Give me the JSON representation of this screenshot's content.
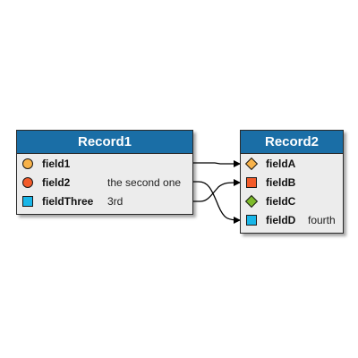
{
  "records": [
    {
      "title": "Record1",
      "fields": [
        {
          "name": "field1",
          "value": "",
          "marker": "circle",
          "color": "#f7b24a"
        },
        {
          "name": "field2",
          "value": "the second one",
          "marker": "circle",
          "color": "#f25b2a"
        },
        {
          "name": "fieldThree",
          "value": "3rd",
          "marker": "square",
          "color": "#19b6e8"
        }
      ]
    },
    {
      "title": "Record2",
      "fields": [
        {
          "name": "fieldA",
          "value": "",
          "marker": "diamond",
          "color": "#f7b24a"
        },
        {
          "name": "fieldB",
          "value": "",
          "marker": "square",
          "color": "#f25b2a"
        },
        {
          "name": "fieldC",
          "value": "",
          "marker": "diamond",
          "color": "#7dba2a"
        },
        {
          "name": "fieldD",
          "value": "fourth",
          "marker": "square",
          "color": "#19b6e8"
        }
      ]
    }
  ],
  "links": [
    {
      "from": "field1",
      "to": "fieldA"
    },
    {
      "from": "field2",
      "to": "fieldD"
    },
    {
      "from": "fieldThree",
      "to": "fieldB"
    }
  ],
  "colors": {
    "header": "#1a6ea6",
    "body": "#ececec"
  }
}
